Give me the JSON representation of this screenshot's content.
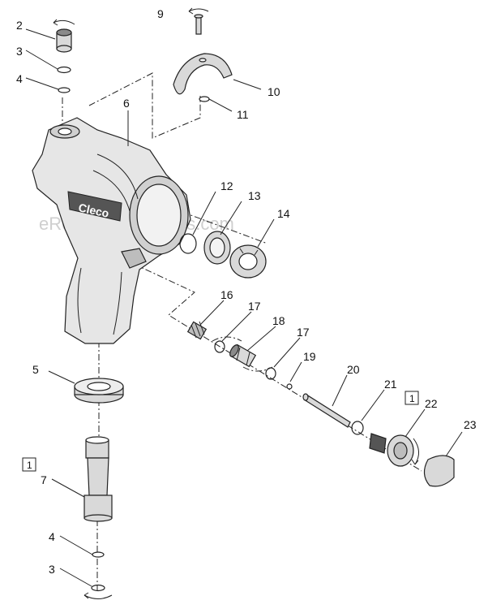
{
  "diagram": {
    "watermark": "eReplacementParts.com",
    "brand": "Cleco",
    "callouts": {
      "c2": "2",
      "c3a": "3",
      "c4a": "4",
      "c5": "5",
      "c6": "6",
      "c7": "7",
      "c9": "9",
      "c10": "10",
      "c11": "11",
      "c12": "12",
      "c13": "13",
      "c14": "14",
      "c16": "16",
      "c17a": "17",
      "c18": "18",
      "c17b": "17",
      "c19": "19",
      "c20": "20",
      "c21": "21",
      "c22": "22",
      "c23": "23",
      "c4b": "4",
      "c3b": "3"
    },
    "kit_boxes": {
      "k7": "1",
      "k22": "1"
    },
    "colors": {
      "body_fill": "#e6e6e6",
      "part_fill": "#d9d9d9",
      "dark": "#555555",
      "line": "#222222"
    }
  }
}
